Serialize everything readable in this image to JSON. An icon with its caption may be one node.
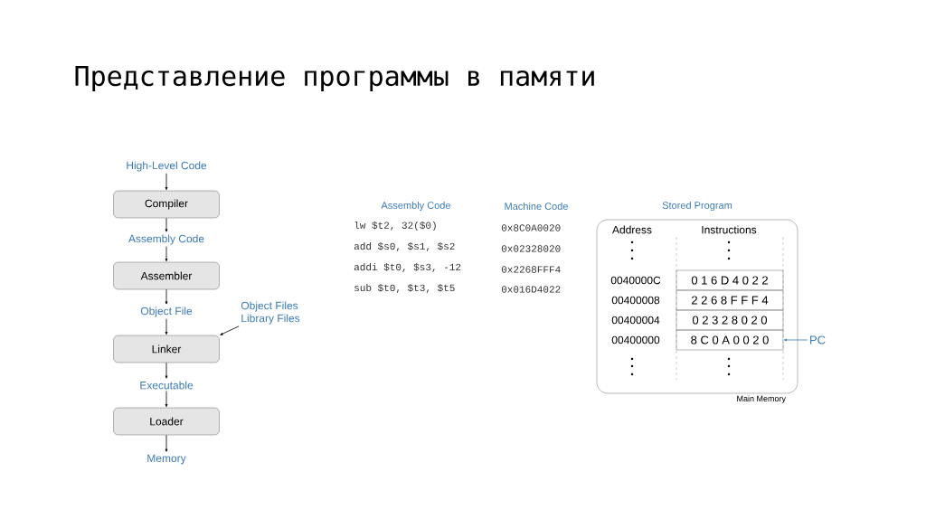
{
  "diagram": {
    "title": "Представление программы в памяти",
    "nodes": [
      {
        "text": [
          "High-Level Code"
        ]
      },
      {
        "text": [
          "Compiler"
        ]
      },
      {
        "text": [
          "Assembly Code"
        ]
      },
      {
        "text": [
          "Assembler"
        ]
      },
      {
        "text": [
          "Object File"
        ]
      },
      {
        "text": [
          "Linker"
        ]
      },
      {
        "text": [
          "Object Files",
          "Library Files"
        ]
      },
      {
        "text": [
          "Executable"
        ]
      },
      {
        "text": [
          "Loader"
        ]
      },
      {
        "text": [
          "Memory"
        ]
      },
      {
        "text": [
          "Main Memory"
        ]
      },
      {
        "text": [
          "0 1 6 D 4 0 2 2"
        ],
        "in": 10
      },
      {
        "text": [
          "2 2 6 8 F F F 4"
        ],
        "in": 10
      },
      {
        "text": [
          "0 2 3 2 8 0 2 0"
        ],
        "in": 10
      },
      {
        "text": [
          "8 C 0 A 0 0 2 0"
        ],
        "in": 10
      },
      {
        "text": [
          "PC"
        ]
      }
    ],
    "edges": [
      {
        "from": 0,
        "to": 1,
        "arrow": "to"
      },
      {
        "from": 1,
        "to": 2,
        "arrow": "to"
      },
      {
        "from": 2,
        "to": 3,
        "arrow": "to"
      },
      {
        "from": 3,
        "to": 4,
        "arrow": "to"
      },
      {
        "from": 4,
        "to": 5,
        "arrow": "to"
      },
      {
        "from": 6,
        "to": 5,
        "arrow": "to"
      },
      {
        "from": 5,
        "to": 7,
        "arrow": "to"
      },
      {
        "from": 7,
        "to": 8,
        "arrow": "to"
      },
      {
        "from": 8,
        "to": 9,
        "arrow": "to"
      },
      {
        "from": 15,
        "to": 14,
        "arrow": "to",
        "color": "#3a7ab8"
      }
    ],
    "labels": [
      "Assembly Code",
      "Machine Code",
      "Stored Program",
      "Address",
      "Instructions",
      "lw $t2, 32($0)",
      "0x8C0A0020",
      "add $s0, $s1, $s2",
      "0x02328020",
      "addi $t0, $s3, -12",
      "0x2268FFF4",
      "sub $t0, $t3, $t5",
      "0x016D4022",
      "0040000C",
      "00400008",
      "00400004",
      "00400000"
    ]
  }
}
